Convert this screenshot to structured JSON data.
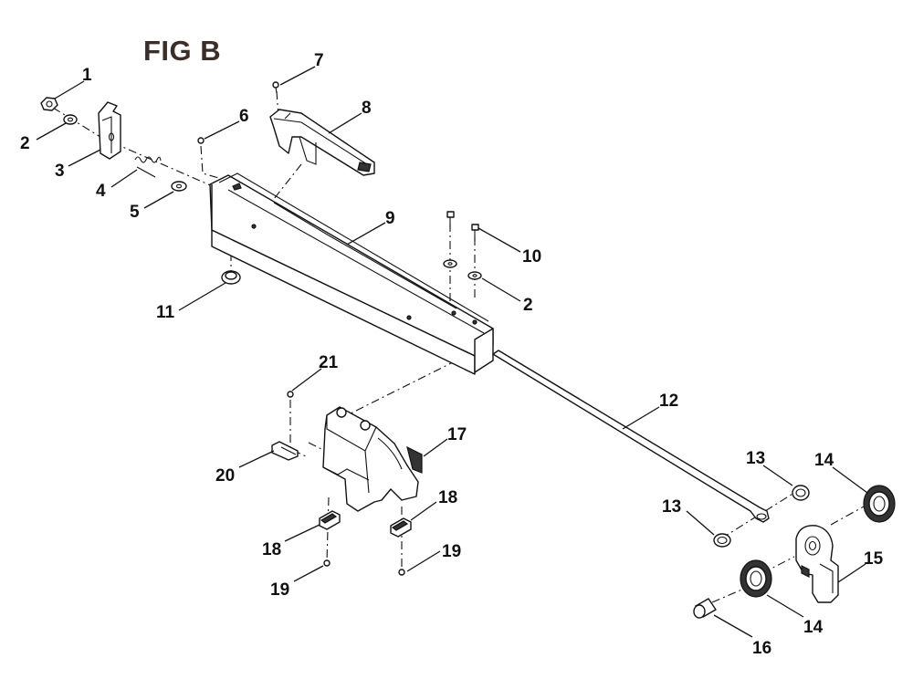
{
  "figure_title": "FIG B",
  "callouts": {
    "c1": "1",
    "c2a": "2",
    "c2b": "2",
    "c3": "3",
    "c4": "4",
    "c5": "5",
    "c6": "6",
    "c7": "7",
    "c8": "8",
    "c9": "9",
    "c10": "10",
    "c11": "11",
    "c12": "12",
    "c13a": "13",
    "c13b": "13",
    "c14a": "14",
    "c14b": "14",
    "c15": "15",
    "c16": "16",
    "c17": "17",
    "c18a": "18",
    "c18b": "18",
    "c19a": "19",
    "c19b": "19",
    "c20": "20",
    "c21": "21"
  }
}
